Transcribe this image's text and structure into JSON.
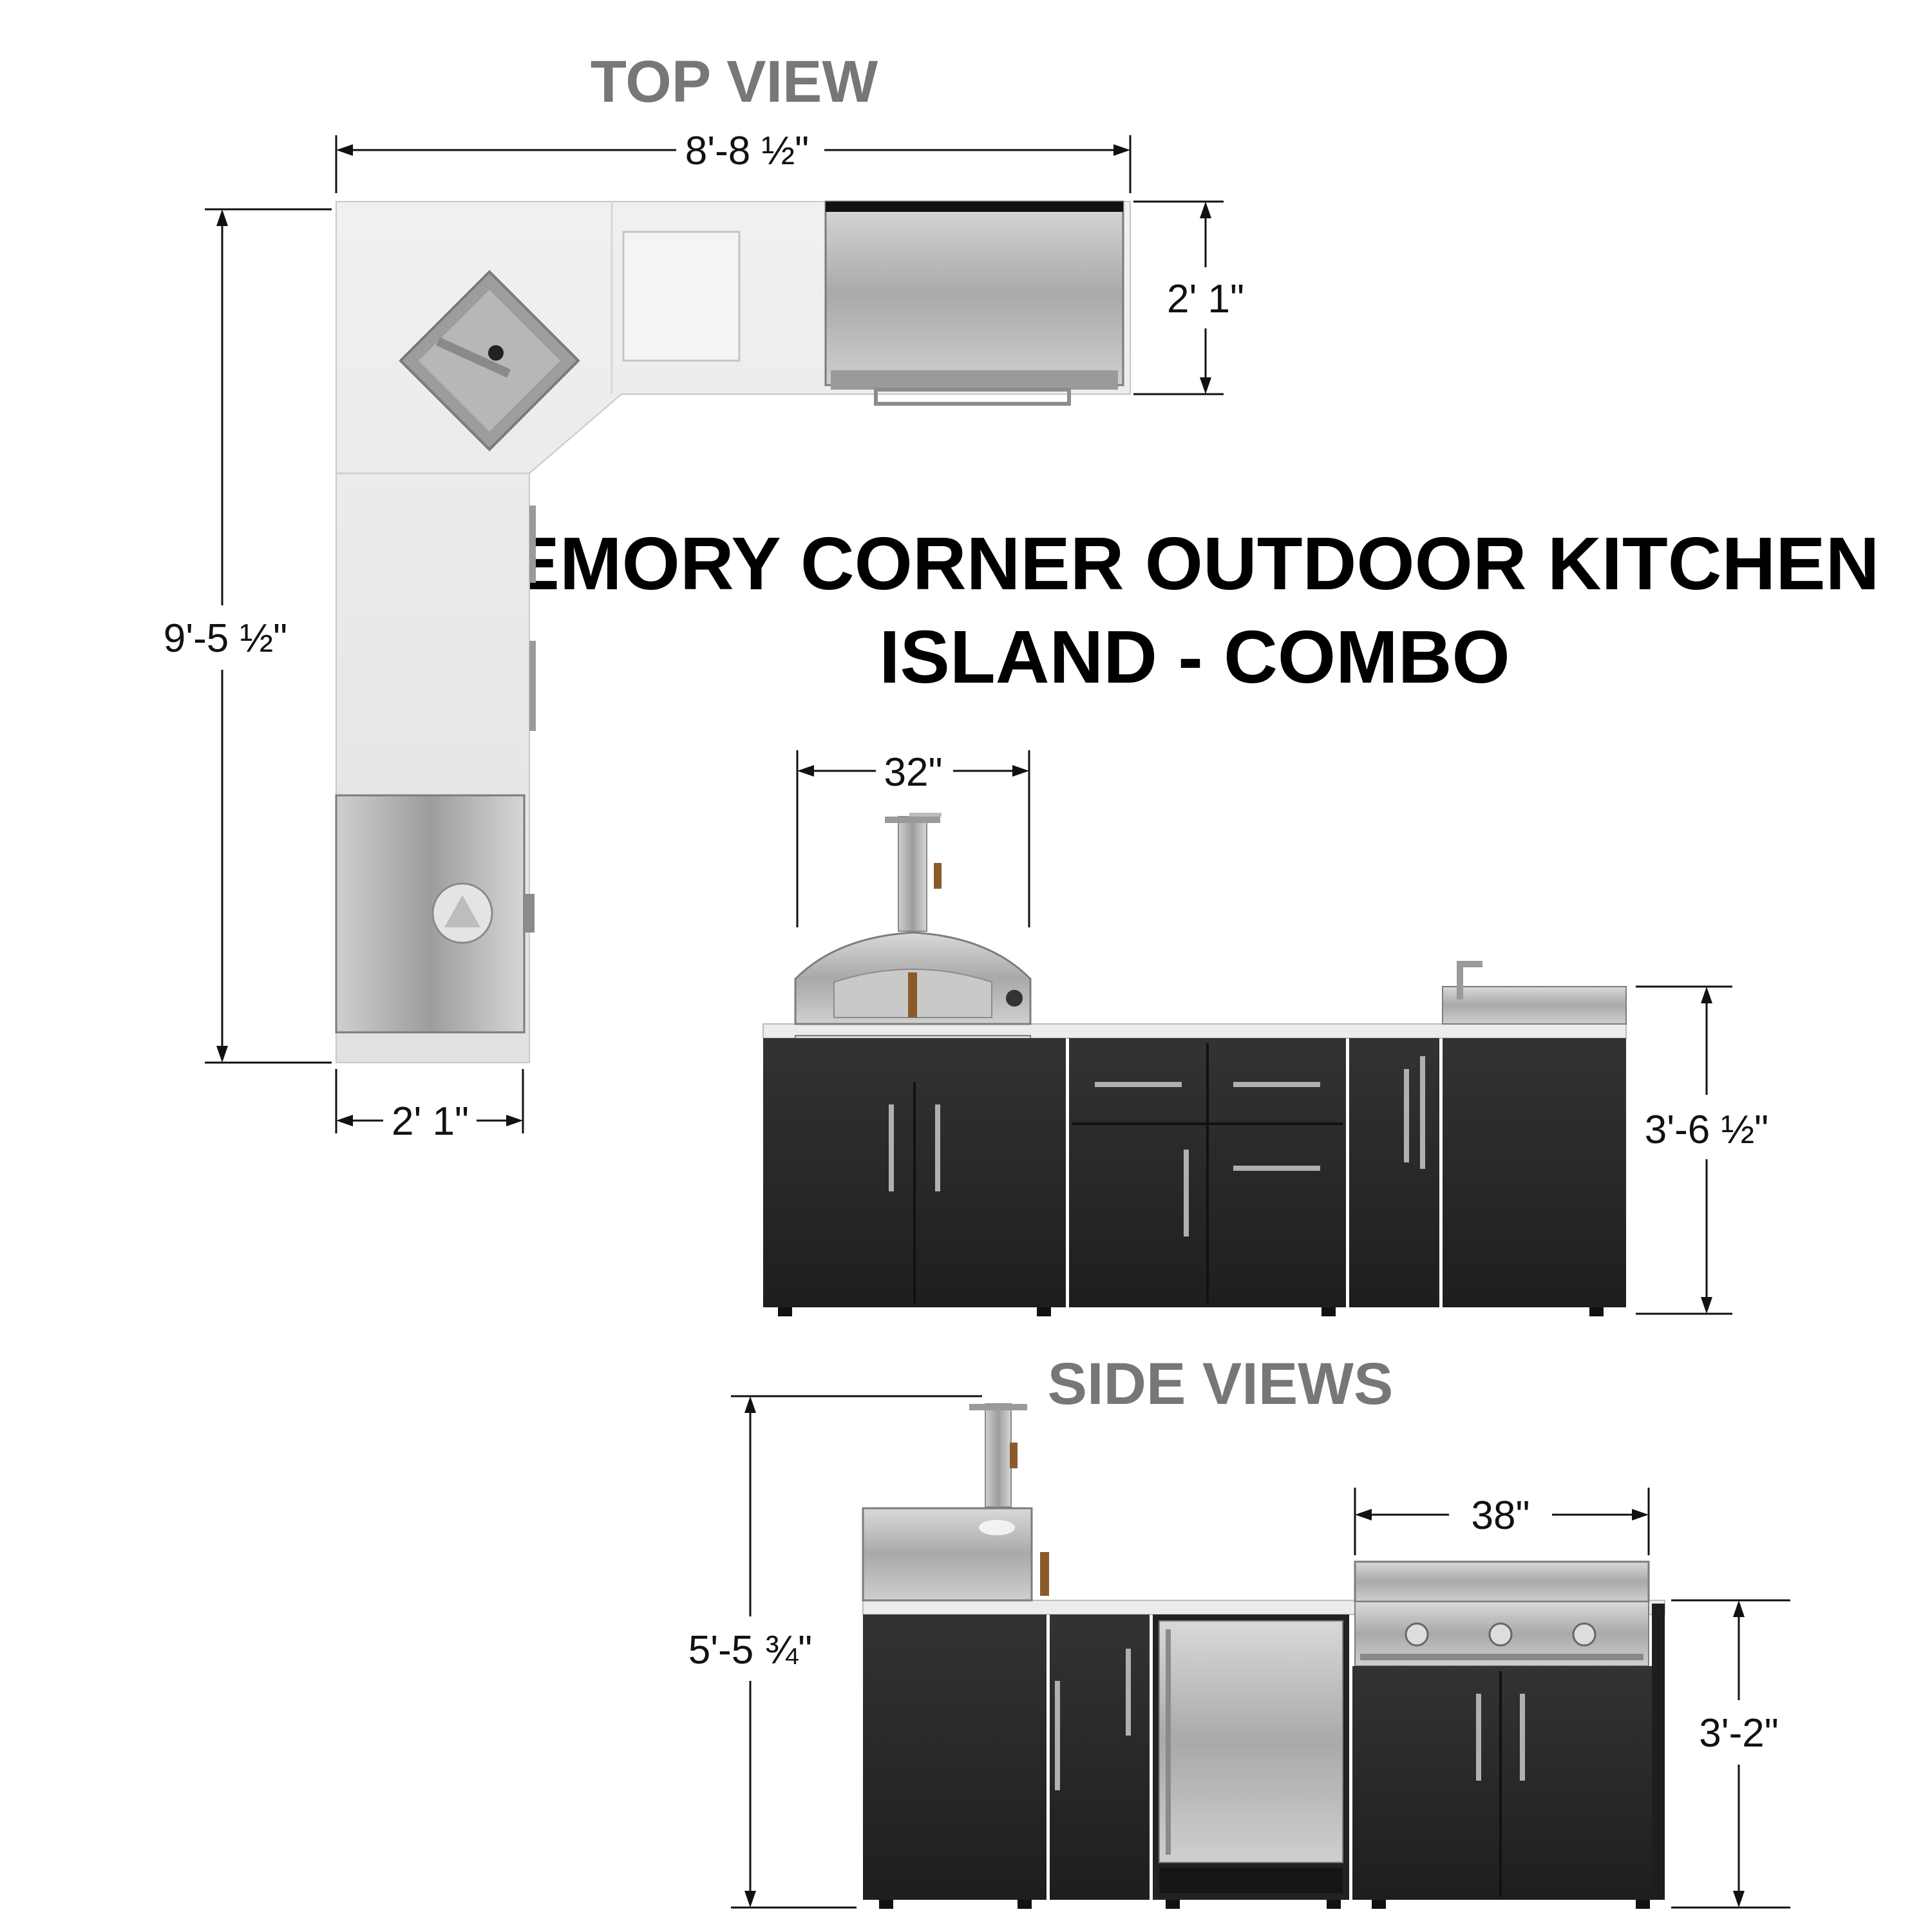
{
  "headings": {
    "top_view": "TOP VIEW",
    "side_views": "SIDE VIEWS",
    "title_line1": "EMORY CORNER OUTDOOR KITCHEN",
    "title_line2": "ISLAND - COMBO"
  },
  "dimensions": {
    "top_width": "8'-8 ½\"",
    "top_depth_right": "2' 1\"",
    "top_length_left": "9'-5 ½\"",
    "top_depth_bottom": "2' 1\"",
    "front_oven_width": "32\"",
    "front_height": "3'-6 ½\"",
    "side_total_height": "5'-5 ¾\"",
    "side_grill_width": "38\"",
    "side_counter_height": "3'-2\""
  },
  "colors": {
    "cabinet": "#2a2a2a",
    "stainless": "#b5b5b5",
    "countertop": "#e9e9e9",
    "heading_gray": "#777777"
  }
}
